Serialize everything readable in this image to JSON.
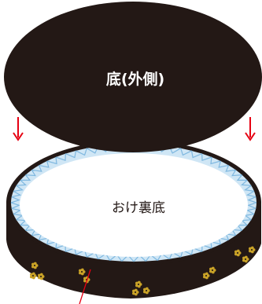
{
  "labels": {
    "lid_bottom": "底(外側)",
    "inner_base": "おけ裏底"
  },
  "icons": {
    "left_arrow": "down-arrow-icon",
    "right_arrow": "down-arrow-icon",
    "leader": "leader-line"
  },
  "colors": {
    "lid_fill": "#231815",
    "tub_fill": "#231815",
    "arrow": "#e60012",
    "trim_band": "#cfe6f5",
    "trim_teeth": "#7fb8e0",
    "flower": "#c9a227",
    "inner_base": "#ffffff",
    "lid_text": "#ffffff",
    "base_text": "#231815"
  }
}
